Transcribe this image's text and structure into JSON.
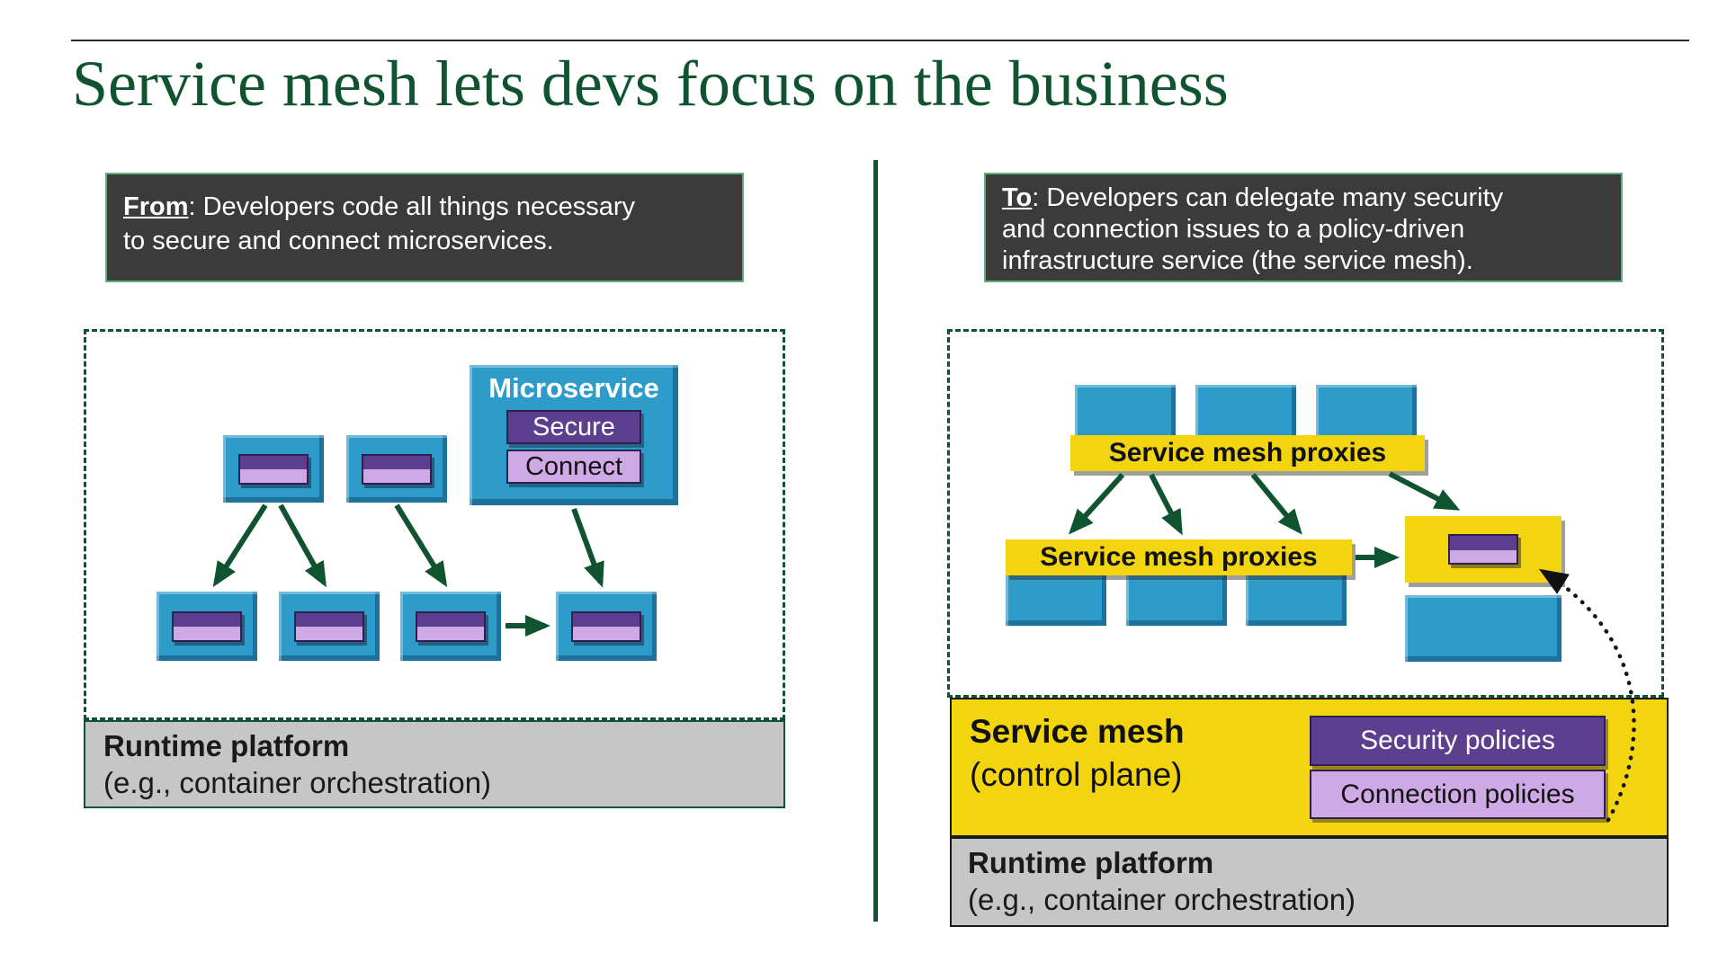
{
  "title": "Service mesh lets devs focus on the business",
  "left": {
    "callout": {
      "lead": "From",
      "line1": ": Developers code all things necessary",
      "line2": "to secure and connect microservices."
    },
    "microservice": {
      "label": "Microservice",
      "secure_label": "Secure",
      "connect_label": "Connect"
    },
    "platform": {
      "title": "Runtime platform",
      "subtitle": "(e.g., container orchestration)"
    }
  },
  "right": {
    "callout": {
      "lead": "To",
      "line1": ": Developers can delegate many security",
      "line2": "and connection issues to a policy-driven",
      "line3": "infrastructure service (the service mesh)."
    },
    "proxies_top_label": "Service mesh proxies",
    "proxies_mid_label": "Service mesh proxies",
    "control_plane": {
      "title": "Service mesh",
      "subtitle": "(control plane)",
      "security_label": "Security policies",
      "connection_label": "Connection policies"
    },
    "platform": {
      "title": "Runtime platform",
      "subtitle": "(e.g., container orchestration)"
    }
  },
  "colors": {
    "title_green": "#10532f",
    "arrow_green": "#10532f",
    "callout_bg": "#3b3b3b",
    "callout_border": "#63b07e",
    "service_blue": "#2e9ccb",
    "mesh_yellow": "#f2d50f",
    "dark_purple": "#5d3f8f",
    "light_purple": "#cfa9e6",
    "platform_gray": "#c6c6c6"
  }
}
